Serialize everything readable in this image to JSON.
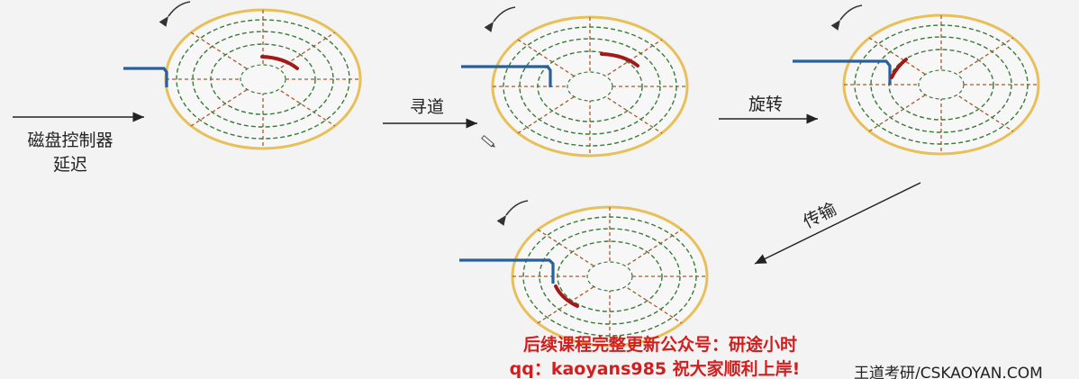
{
  "labels": {
    "controller_delay_line1": "磁盘控制器",
    "controller_delay_line2": "延迟",
    "seek": "寻道",
    "rotate": "旋转",
    "transfer": "传输"
  },
  "watermark": {
    "line1": "后续课程完整更新公众号：研途小时",
    "line2": "qq：kaoyans985 祝大家顺利上岸!",
    "brand": "王道考研/CSKAOYAN.COM"
  },
  "colors": {
    "platter_rim": "#e8c05a",
    "platter_fill": "#f7f7f7",
    "track": "#3a7a3a",
    "sector": "#a85a2a",
    "arm": "#2a5f9e",
    "data_block": "#a31818",
    "arrow": "#222222"
  },
  "icons": [
    "rotation-arrow-icon",
    "pencil-icon"
  ]
}
